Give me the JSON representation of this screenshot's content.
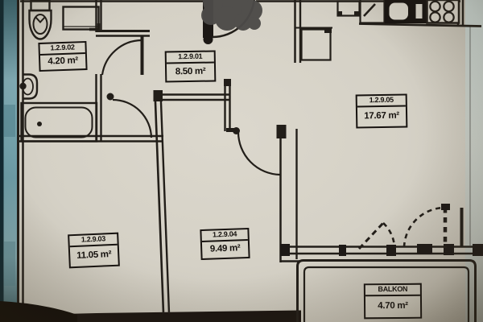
{
  "title": "apartment-floor-plan-photo",
  "rooms": [
    {
      "id": "1.2.9.01",
      "area": "8.50 m²"
    },
    {
      "id": "1.2.9.02",
      "area": "4.20 m²"
    },
    {
      "id": "1.2.9.03",
      "area": "11.05 m²"
    },
    {
      "id": "1.2.9.04",
      "area": "9.49 m²"
    },
    {
      "id": "1.2.9.05",
      "area": "17.67 m²"
    },
    {
      "id": "BALKON",
      "area": "4.70 m²"
    }
  ],
  "colors": {
    "paper": "#d6d2c7",
    "ink": "#1f1b17",
    "photo_edge_teal": "#6f9ca6",
    "smudge_gray": "#4c4a48"
  }
}
